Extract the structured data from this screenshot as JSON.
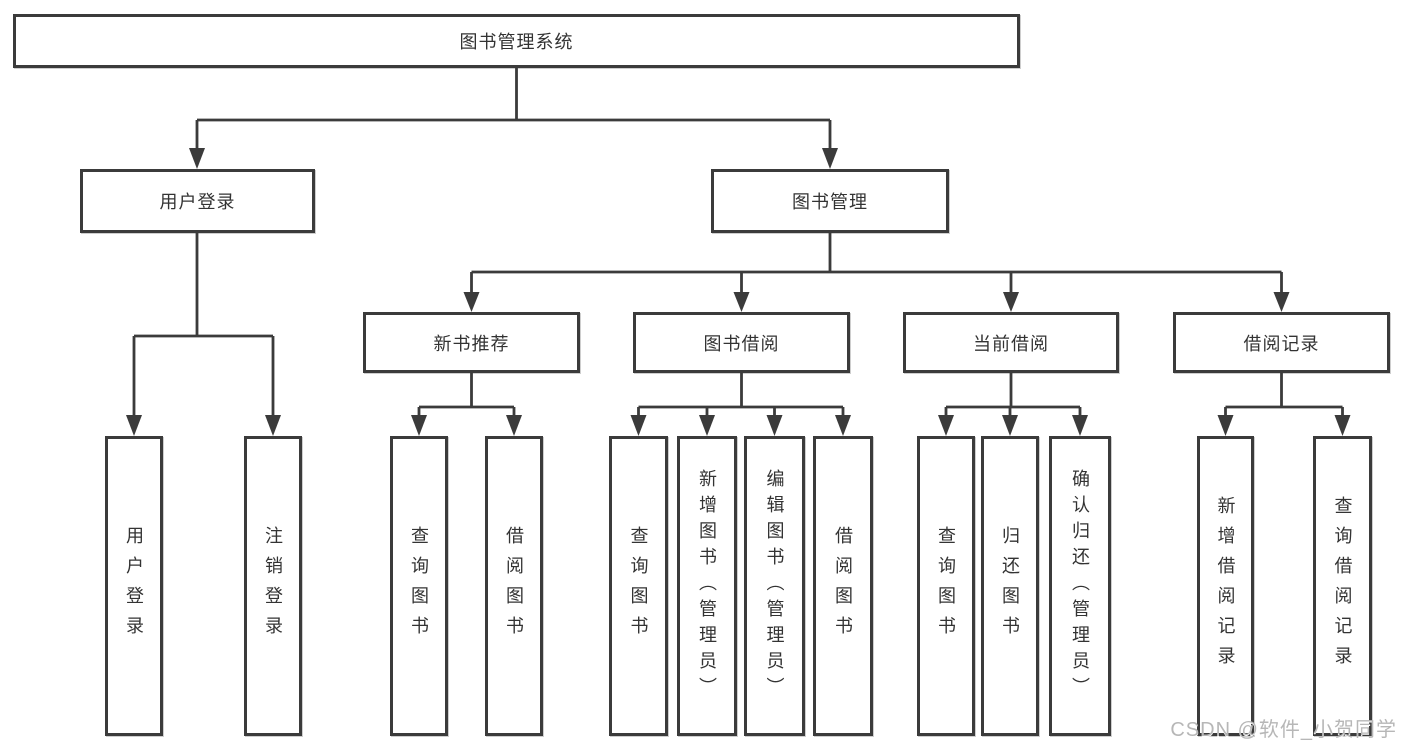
{
  "colors": {
    "line": "#3b3b3b",
    "box_border": "#3b3b3b",
    "text": "#333333",
    "background": "#ffffff",
    "watermark": "#b7b7b7"
  },
  "nodes": {
    "root": "图书管理系统",
    "level2": [
      "用户登录",
      "图书管理"
    ],
    "level3": [
      "新书推荐",
      "图书借阅",
      "当前借阅",
      "借阅记录"
    ],
    "leaves": [
      "用户登录",
      "注销登录",
      "查询图书",
      "借阅图书",
      "查询图书",
      "新增图书（管理员）",
      "编辑图书（管理员）",
      "借阅图书",
      "查询图书",
      "归还图书",
      "确认归还（管理员）",
      "新增借阅记录",
      "查询借阅记录"
    ]
  },
  "watermark": "CSDN @软件_小贺同学"
}
